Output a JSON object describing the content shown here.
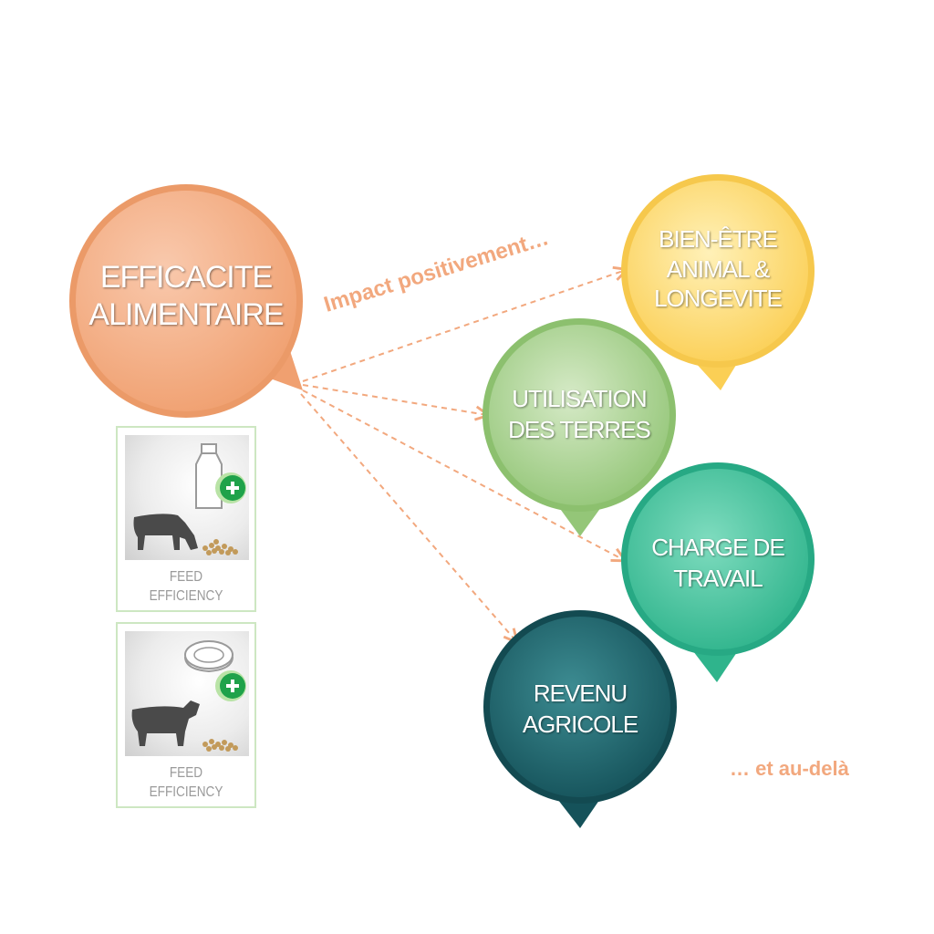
{
  "main_bubble": {
    "line1": "EFFICACITE",
    "line2": "ALIMENTAIRE",
    "color": "#f2a27a"
  },
  "impact_label": "Impact positivement…",
  "beyond_label": "… et au-delà",
  "outcomes": [
    {
      "lines": [
        "BIEN-ÊTRE",
        "ANIMAL &",
        "LONGEVITE"
      ],
      "color": "#fdd46a"
    },
    {
      "lines": [
        "UTILISATION",
        "DES TERRES"
      ],
      "color": "#a6cf8e"
    },
    {
      "lines": [
        "CHARGE DE",
        "TRAVAIL"
      ],
      "color": "#45c29c"
    },
    {
      "lines": [
        "REVENU",
        "AGRICOLE"
      ],
      "color": "#1e5f66"
    }
  ],
  "cards": [
    {
      "icon": "milk-bottle-icon",
      "animal": "dairy-cow-icon",
      "caption_line1": "FEED",
      "caption_line2": "EFFICIENCY"
    },
    {
      "icon": "meat-steak-icon",
      "animal": "beef-cow-icon",
      "caption_line1": "FEED",
      "caption_line2": "EFFICIENCY"
    }
  ],
  "colors": {
    "accent": "#f2a87e",
    "plus_badge": "#1fa24a",
    "card_border": "#cde7c2"
  }
}
